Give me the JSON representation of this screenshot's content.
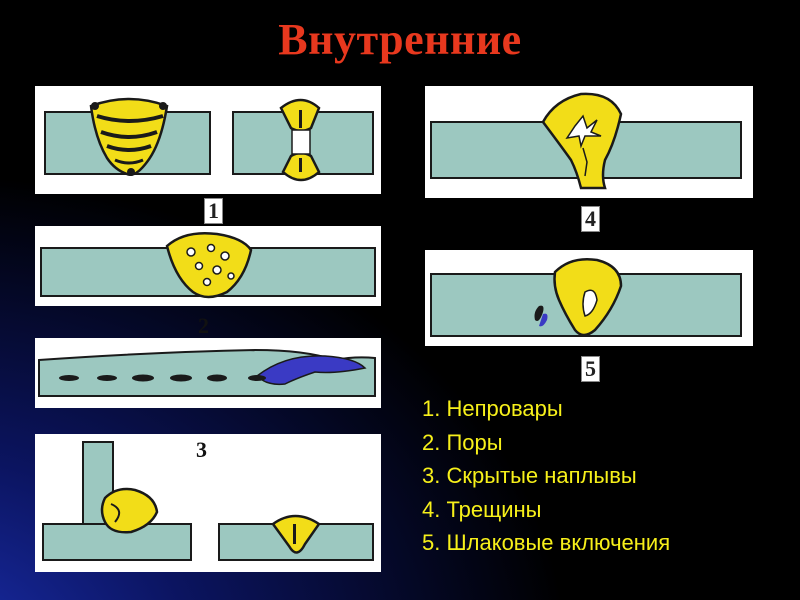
{
  "title": "Внутренние",
  "figure_numbers": [
    "1",
    "2",
    "3",
    "4",
    "5"
  ],
  "legend": [
    "1. Непровары",
    "2. Поры",
    "3. Скрытые наплывы",
    "4. Трещины",
    "5. Шлаковые включения"
  ],
  "colors": {
    "title": "#e8381e",
    "legend_text": "#f7f01a",
    "metal": "#9cc8c0",
    "weld": "#f2dd18",
    "outline": "#1a1a1a"
  }
}
